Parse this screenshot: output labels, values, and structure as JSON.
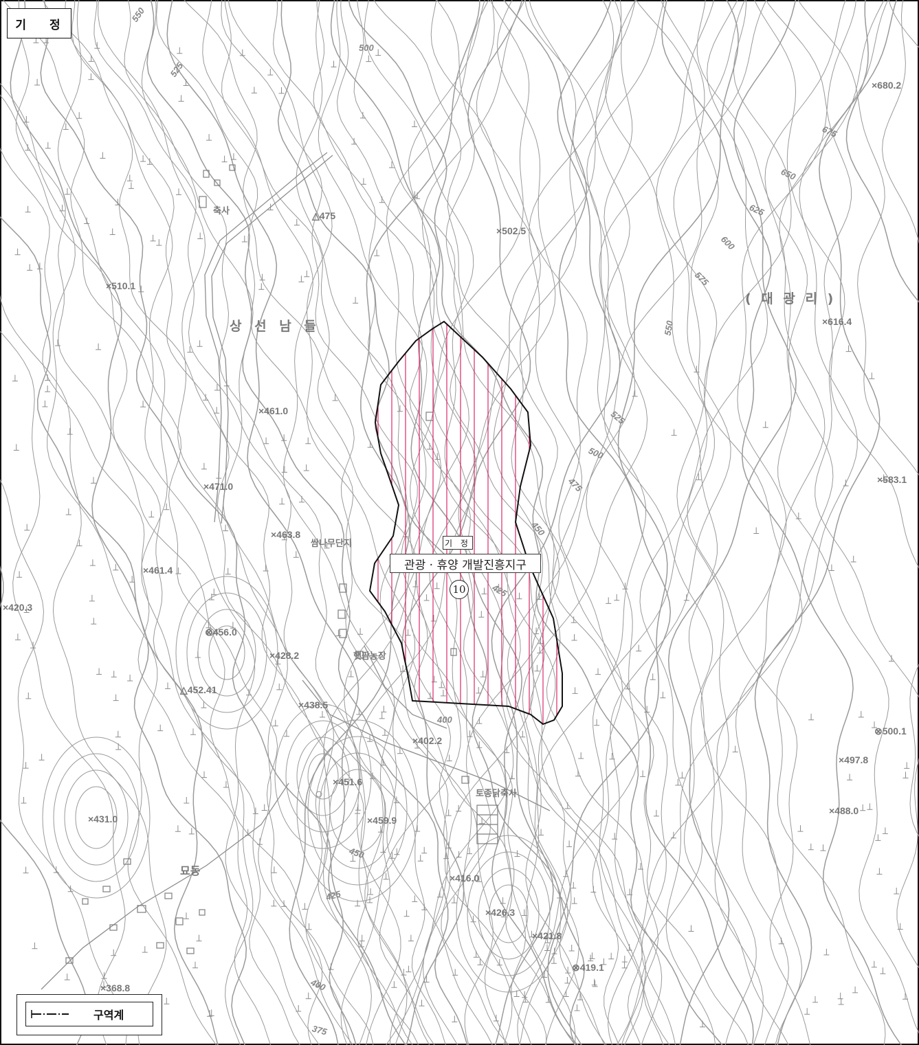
{
  "frame_title": "기 정",
  "legend": {
    "label": "구역계"
  },
  "zone": {
    "status": "기 정",
    "name": "관광 · 휴양 개발진흥지구",
    "number": "10"
  },
  "places": {
    "sangseon": "상 선 남 들",
    "daegwang": "( 대 광 리 )",
    "myodong": "묘동",
    "chuksa": "축사",
    "nursery": "쌈나무단지",
    "farm": "햇팜농장",
    "poultry": "토종닭축사"
  },
  "elevations": {
    "e6802": "×680.2",
    "e5025": "×502.5",
    "e5101": "×510.1",
    "e6164": "×616.4",
    "e4610": "×461.0",
    "e4710": "×471.0",
    "e5831": "×583.1",
    "e4638": "×463.8",
    "e4614": "×461.4",
    "e4203": "×420.3",
    "e4560": "⊗456.0",
    "e4282": "×428.2",
    "e45241": "△452.41",
    "e4385": "×438.5",
    "e4022": "×402.2",
    "e5001": "⊗500.1",
    "e4978": "×497.8",
    "e4516": "×451.6",
    "e4310": "×431.0",
    "e4599": "×459.9",
    "e4880": "×488.0",
    "e4160": "×416.0",
    "e4263": "×426.3",
    "e4218": "×421.8",
    "e4191": "⊗419.1",
    "e3688": "×368.8",
    "t475": "△475"
  },
  "contours": {
    "c550a": "550",
    "c525a": "525",
    "c500a": "500",
    "c675": "675",
    "c650": "650",
    "c625": "625",
    "c600": "600",
    "c575": "575",
    "c550b": "550",
    "c525b": "525",
    "c500b": "500",
    "c475": "475",
    "c450a": "450",
    "c425a": "425",
    "c400a": "400",
    "c450b": "450",
    "c425b": "425",
    "c400b": "400",
    "c375": "375"
  },
  "colors": {
    "contour": "#9a9a9a",
    "zone_hatch": "#d4145a",
    "zone_border": "#111111",
    "symbol": "#888888"
  }
}
